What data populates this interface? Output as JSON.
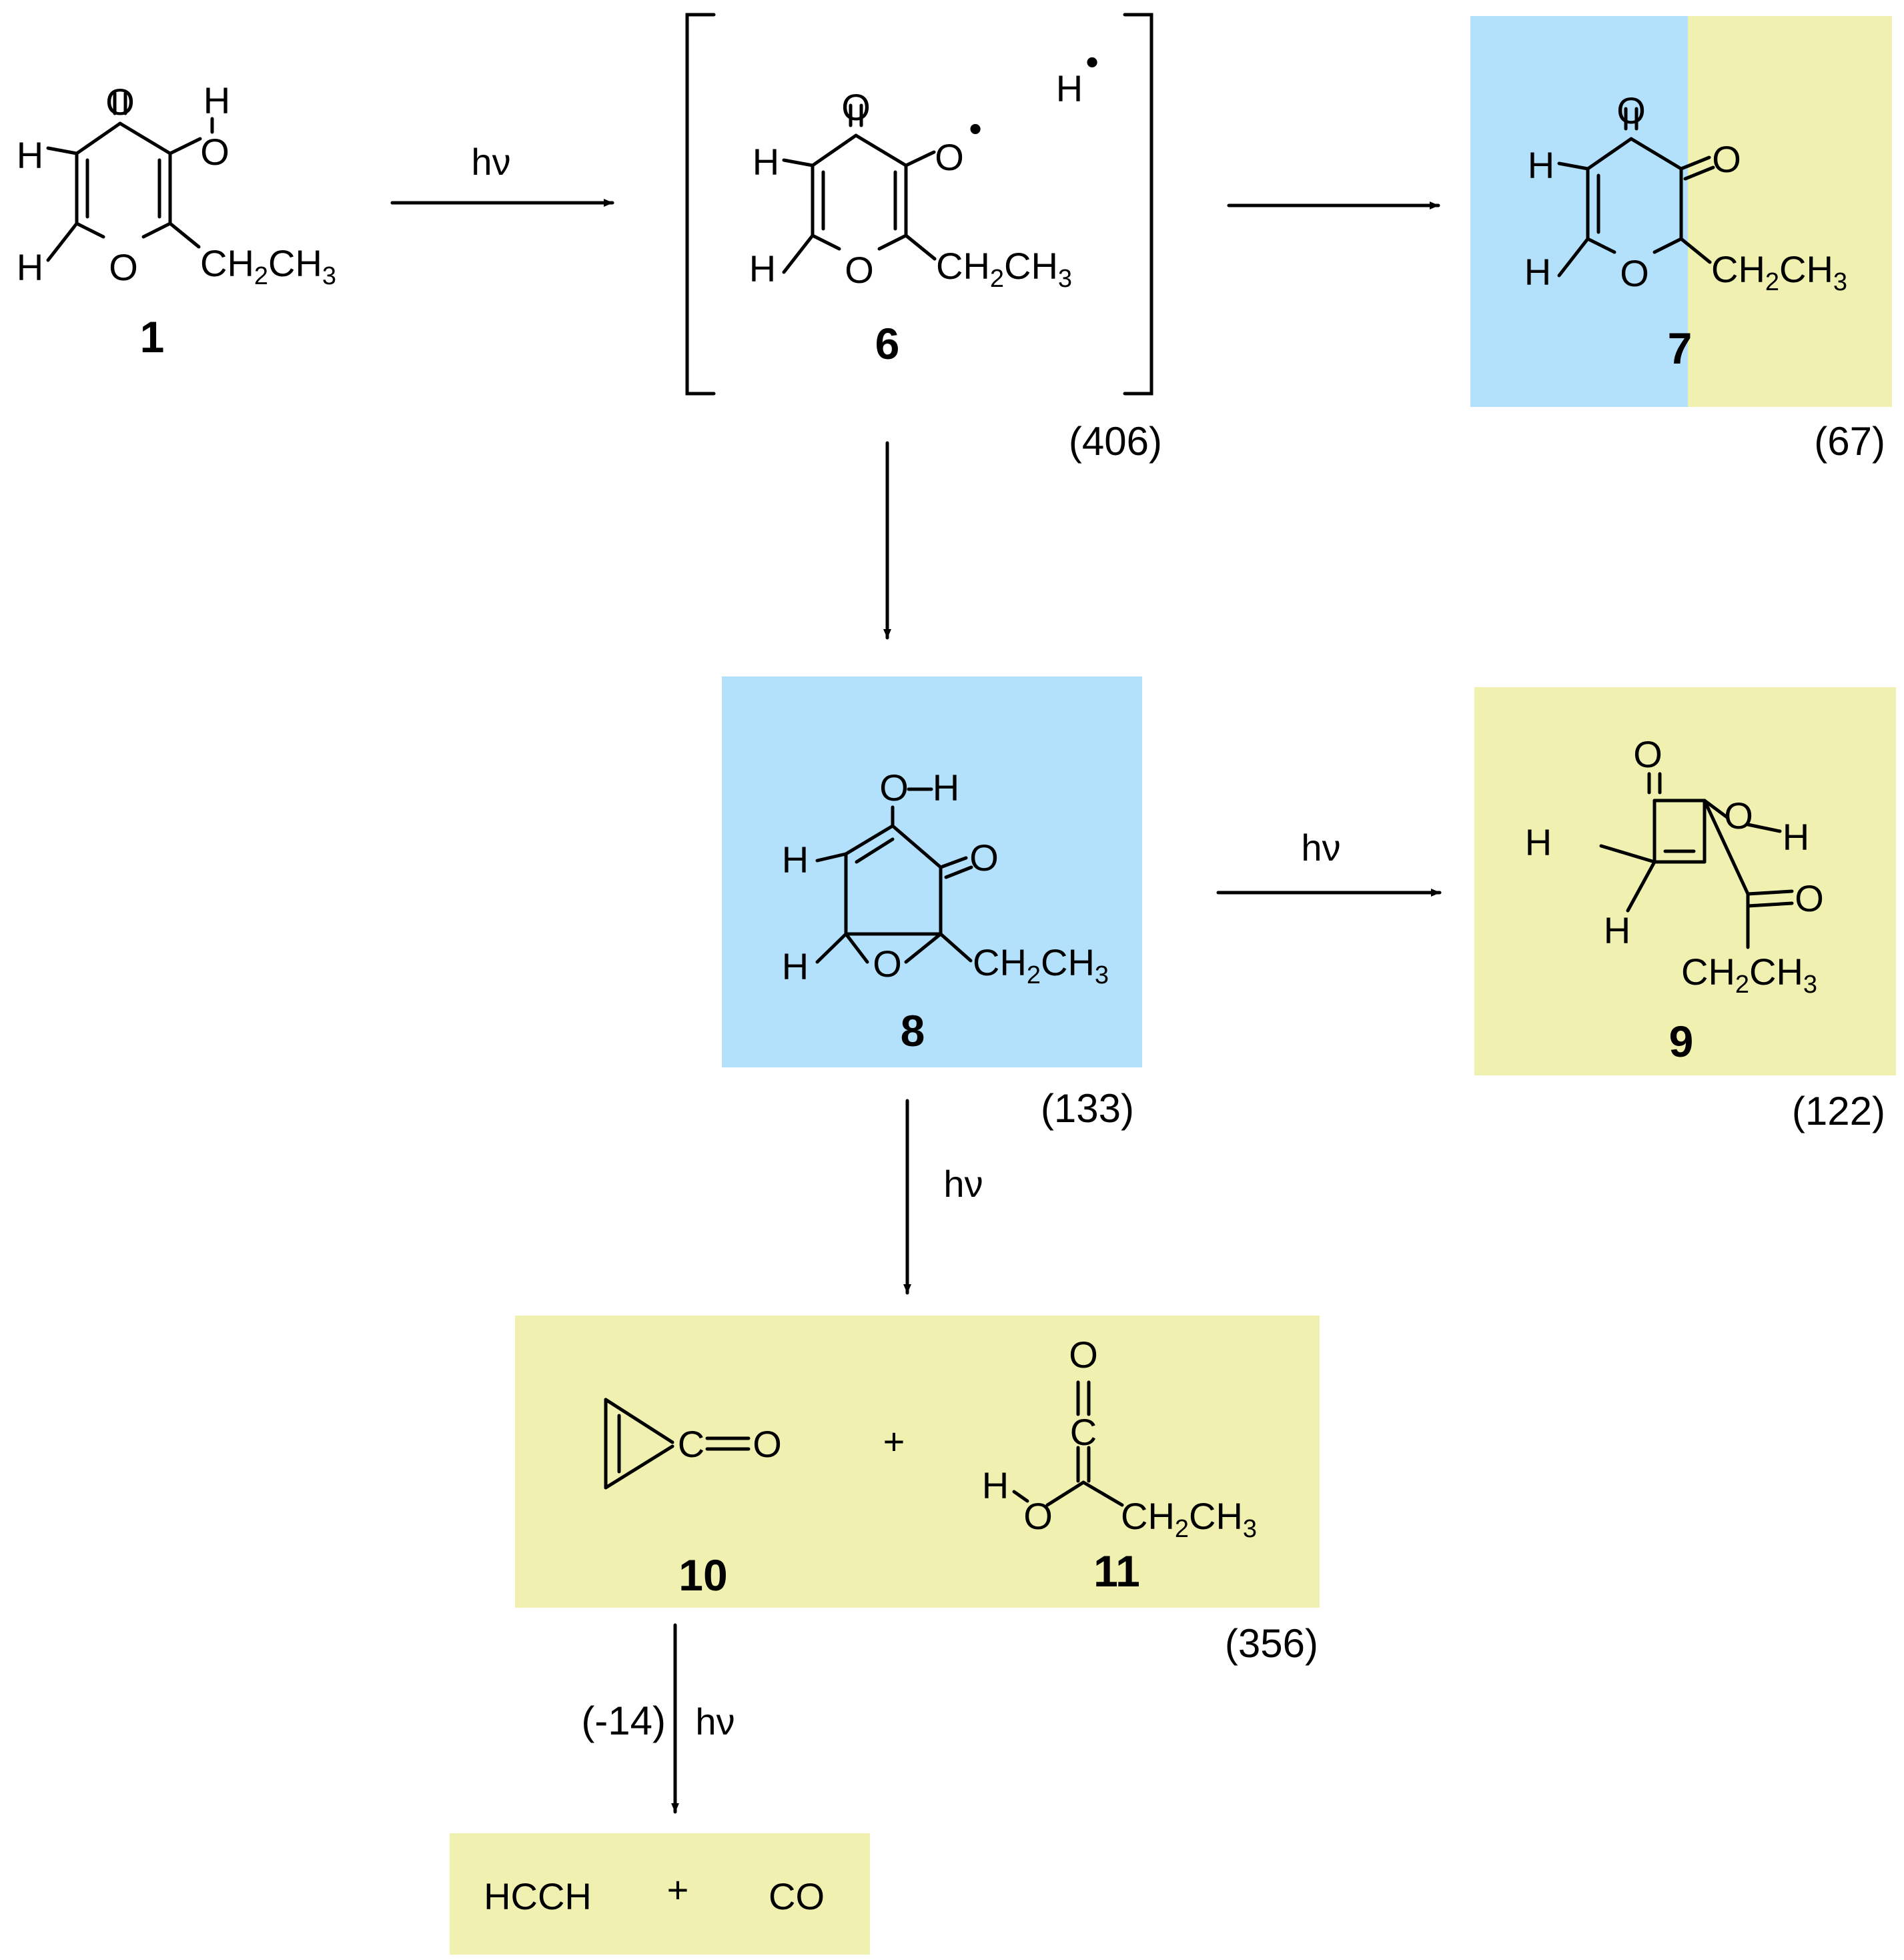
{
  "atoms": {
    "H": "H",
    "O": "O",
    "C": "C",
    "ethyl_main": "CH",
    "ethyl_2": "2",
    "ethyl_mid": "CH",
    "ethyl_3": "3",
    "radical_dot": "•"
  },
  "compounds": {
    "c1": "1",
    "c6": "6",
    "c7": "7",
    "c8": "8",
    "c9": "9",
    "c10": "10",
    "c11": "11"
  },
  "energies": {
    "e6": "(406)",
    "e7": "(67)",
    "e8": "(133)",
    "e9": "(122)",
    "e10_11": "(356)",
    "e_final": "(-14)"
  },
  "arrow_labels": {
    "hv": "hν"
  },
  "products": {
    "hcch": "HCCH",
    "co": "CO",
    "plus": "+"
  },
  "colors": {
    "blue_box": "#b3e0fb",
    "yellow_box": "#f0f0b1",
    "ink": "#000000"
  }
}
